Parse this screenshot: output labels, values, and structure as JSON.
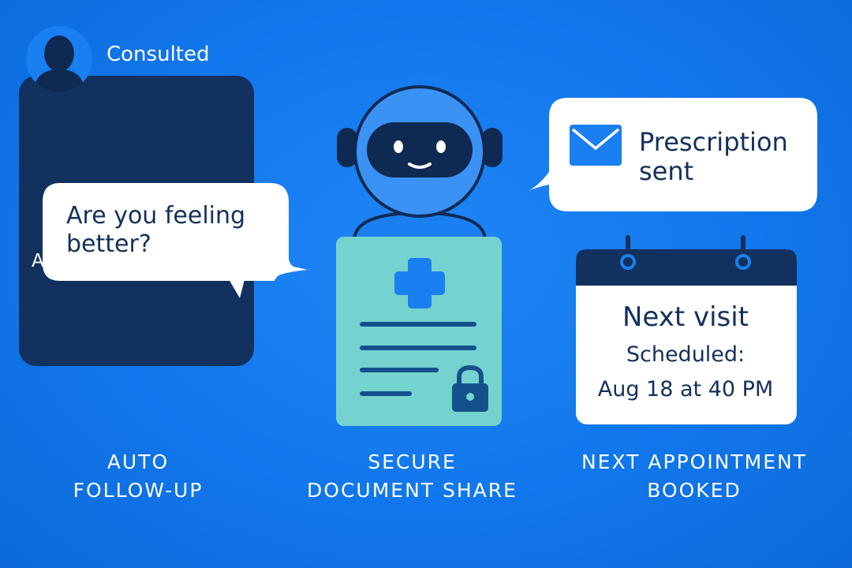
{
  "colors": {
    "background": "#1177ec",
    "panel_navy": "#12315e",
    "document_teal": "#74d3ce",
    "accent_blue": "#1a7ff0",
    "text_dark": "#14305a",
    "white": "#ffffff"
  },
  "follow_up_card": {
    "avatar_icon": "user-avatar-icon",
    "status": "Consulted",
    "message": "Are you feeling better?",
    "caption": "AUTO FOLLOW-P"
  },
  "document_card": {
    "robot_icon": "robot-assistant-icon",
    "icons": [
      "medical-cross-icon",
      "lock-icon"
    ]
  },
  "prescription_bubble": {
    "icon": "envelope-icon",
    "text": "Prescription sent"
  },
  "calendar_card": {
    "title": "Next visit",
    "line1": "Scheduled:",
    "line2": "Aug 18 at 40 PM"
  },
  "captions": {
    "auto_followup": [
      "AUTO",
      "FOLLOW-UP"
    ],
    "secure_share": [
      "SECURE",
      "DOCUMENT SHARE"
    ],
    "next_appointment": [
      "NEXT APPOINTMENT",
      "BOOKED"
    ]
  }
}
